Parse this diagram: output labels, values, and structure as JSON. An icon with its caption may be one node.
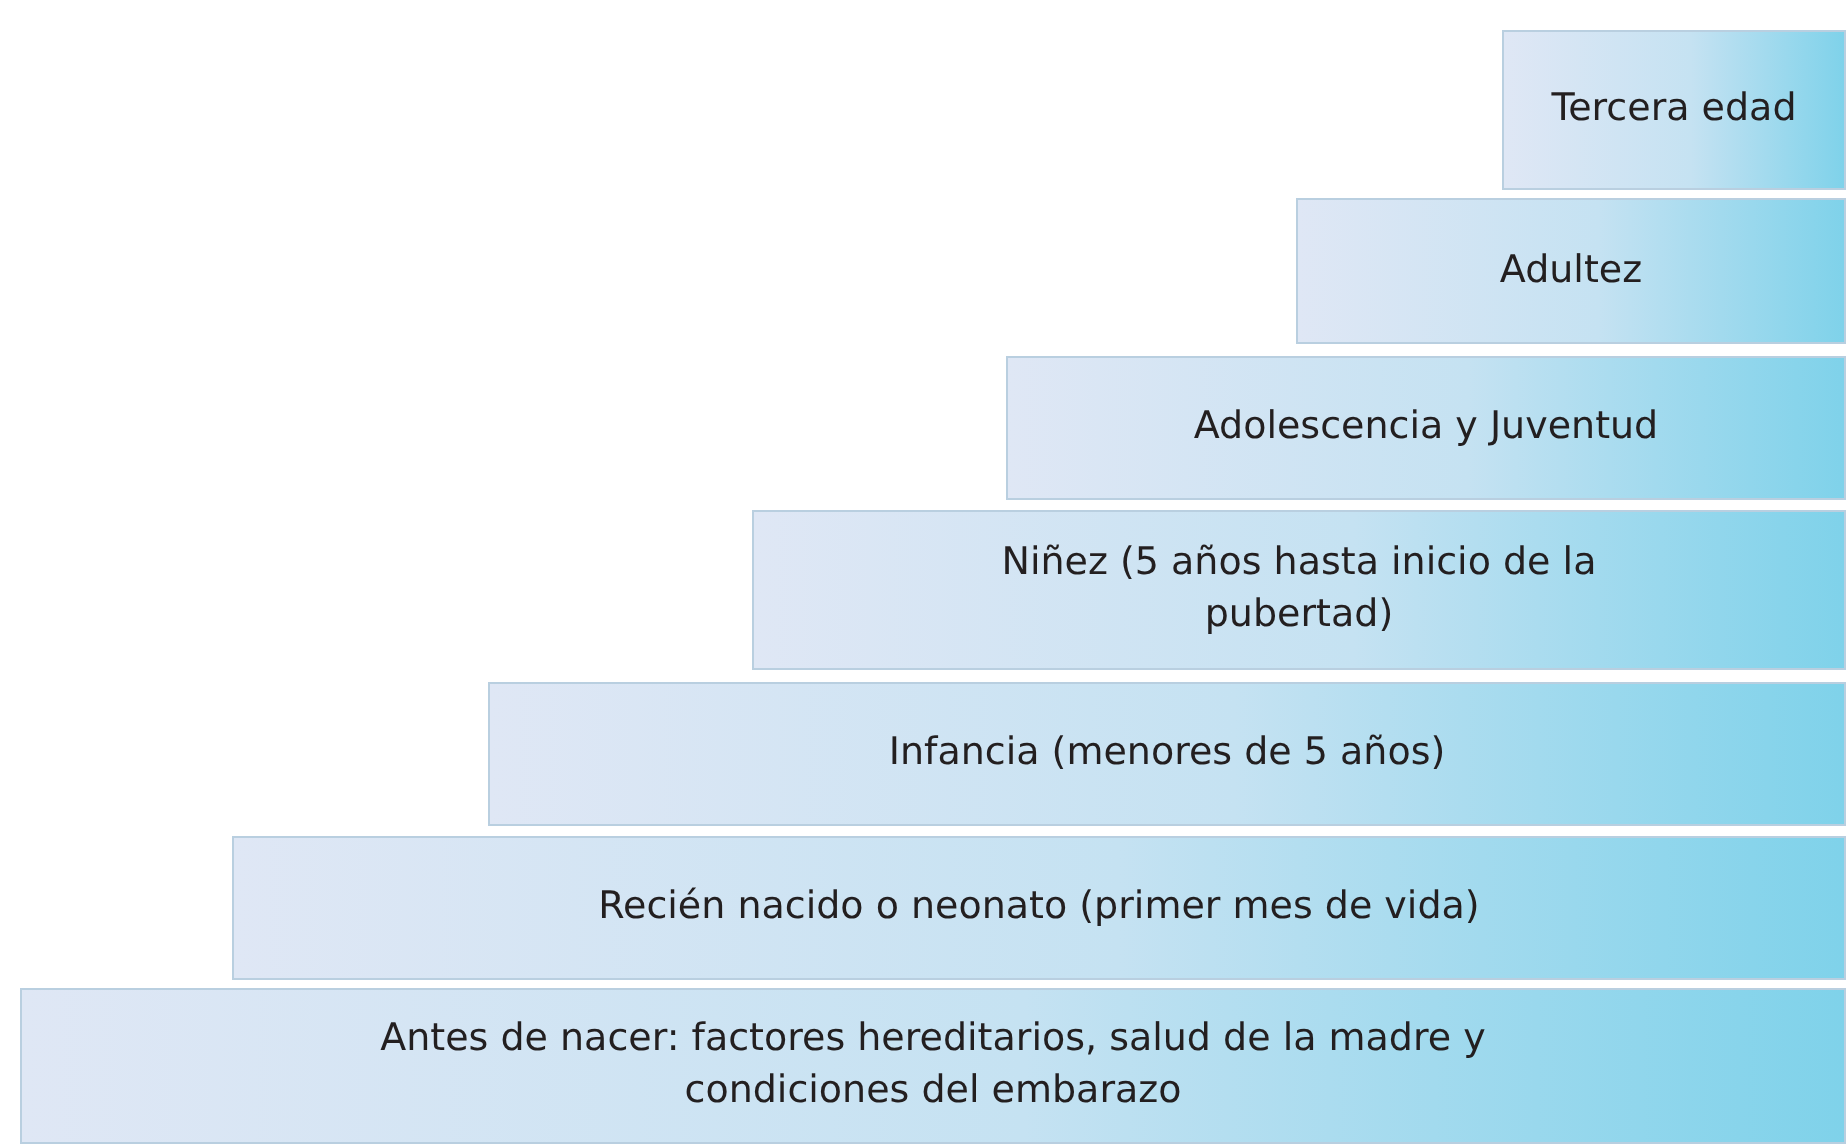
{
  "diagram": {
    "nodes": [
      {
        "text": [
          "Tercera edad"
        ]
      },
      {
        "text": [
          "Adultez"
        ]
      },
      {
        "text": [
          "Adolescencia y Juventud"
        ]
      },
      {
        "text": [
          "Niñez (5 años hasta inicio de la pubertad)"
        ]
      },
      {
        "text": [
          "Infancia (menores de 5 años)"
        ]
      },
      {
        "text": [
          "Recién nacido o neonato (primer mes de vida)"
        ]
      },
      {
        "text": [
          "Antes de nacer: factores hereditarios, salud de la madre y condiciones del embarazo"
        ]
      }
    ],
    "edges": []
  }
}
